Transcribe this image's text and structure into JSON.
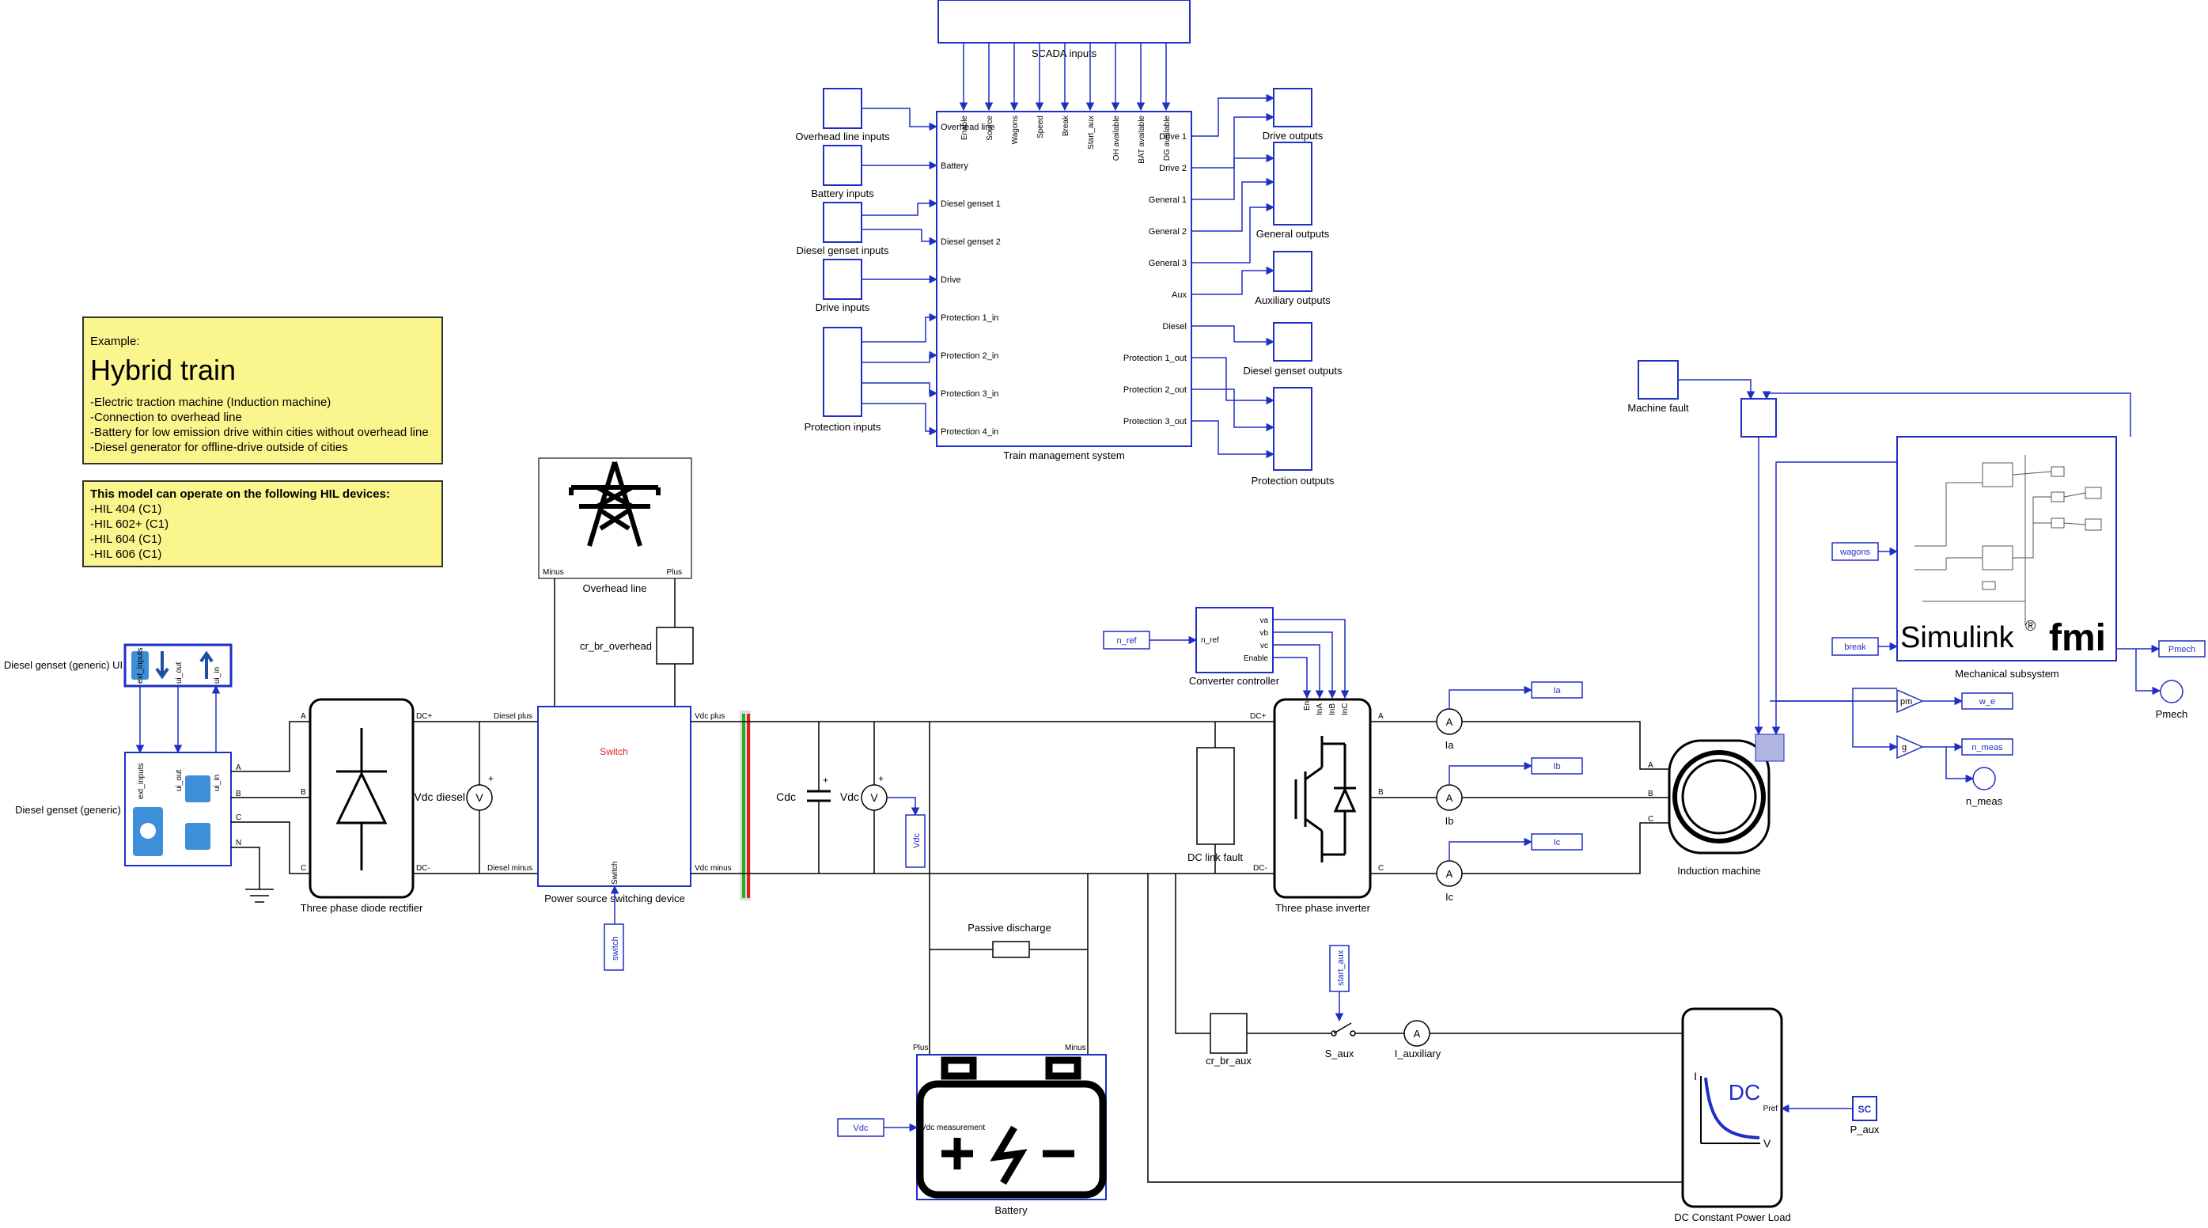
{
  "notes": {
    "example_label": "Example:",
    "example_title": "Hybrid train",
    "example_lines": [
      "-Electric traction machine (Induction machine)",
      "-Connection to overhead line",
      "-Battery for low emission drive within cities without overhead line",
      "-Diesel generator for offline-drive outside of cities"
    ],
    "hil_title": "This model can operate on the following HIL devices:",
    "hil_lines": [
      "-HIL 404 (C1)",
      "-HIL 602+ (C1)",
      "-HIL 604 (C1)",
      "-HIL 606 (C1)"
    ]
  },
  "scada": {
    "label": "SCADA inputs",
    "tms_label": "Train management system",
    "top_ports": [
      "Enable",
      "Source",
      "Wagons",
      "Speed",
      "Break",
      "Start_aux",
      "OH available",
      "BAT available",
      "DG available"
    ],
    "left_ports": [
      "Overhead line",
      "Battery",
      "Diesel genset 1",
      "Diesel genset 2",
      "Drive",
      "Protection 1_in",
      "Protection 2_in",
      "Protection 3_in",
      "Protection 4_in"
    ],
    "right_ports": [
      "Drive 1",
      "Drive 2",
      "General 1",
      "General 2",
      "General 3",
      "Aux",
      "Diesel",
      "Protection 1_out",
      "Protection 2_out",
      "Protection 3_out"
    ],
    "input_blocks": [
      "Overhead line inputs",
      "Battery inputs",
      "Diesel genset inputs",
      "Drive inputs",
      "Protection inputs"
    ],
    "output_blocks": [
      "Drive outputs",
      "General outputs",
      "Auxiliary outputs",
      "Diesel genset outputs",
      "Protection outputs"
    ]
  },
  "blocks": {
    "diesel_ui": "Diesel genset (generic) UI",
    "diesel_ui_ports": [
      "ext_inputs",
      "ui_out",
      "ui_in"
    ],
    "diesel_genset": "Diesel genset (generic)",
    "diesel_genset_ports": [
      "ext_inputs",
      "ui_out",
      "ui_in"
    ],
    "diesel_phase_ports": [
      "A",
      "B",
      "C",
      "N"
    ],
    "rectifier": "Three phase diode rectifier",
    "rect_ports_left": [
      "A",
      "B",
      "C"
    ],
    "rect_ports_right": [
      "DC+",
      "DC-"
    ],
    "vdc_diesel": "Vdc diesel",
    "overhead_line": "Overhead line",
    "overhead_ports": [
      "Minus",
      "Plus"
    ],
    "cr_br_overhead": "cr_br_overhead",
    "switching_device": "Power source switching device",
    "switch_text": "Switch",
    "switch_ports": [
      "Diesel plus",
      "Diesel minus",
      "Vdc plus",
      "Vdc minus",
      "Switch"
    ],
    "switch_tag": "switch",
    "cdc": "Cdc",
    "vdc": "Vdc",
    "vdc_tag": "Vdc",
    "passive_discharge": "Passive discharge",
    "battery": "Battery",
    "battery_ports": [
      "Plus",
      "Minus",
      "Vdc measurement"
    ],
    "battery_vdc_tag": "Vdc",
    "dc_link_fault": "DC link fault",
    "converter_controller": "Converter controller",
    "converter_ports": [
      "n_ref",
      "va",
      "vb",
      "vc",
      "Enable"
    ],
    "n_ref_tag": "n_ref",
    "inverter": "Three phase inverter",
    "inverter_ports_left": [
      "DC+",
      "DC-"
    ],
    "inverter_ports_top": [
      "En",
      "InA",
      "InB",
      "InC"
    ],
    "inverter_ports_right": [
      "A",
      "B",
      "C"
    ],
    "current_meters": [
      "Ia",
      "Ib",
      "Ic"
    ],
    "current_tags": [
      "Ia",
      "Ib",
      "Ic"
    ],
    "induction_machine": "Induction machine",
    "machine_ports": [
      "A",
      "B",
      "C"
    ],
    "machine_fault": "Machine fault",
    "mechanical_subsystem": "Mechanical subsystem",
    "simulink_text": "Simulink",
    "reg_mark": "®",
    "fmi_text": "fmi",
    "wagons_tag": "wagons",
    "break_tag": "break",
    "pmech_tag": "Pmech",
    "pmech": "Pmech",
    "gain_labels": [
      "pm",
      "g"
    ],
    "w_e_tag": "w_e",
    "n_meas_tag": "n_meas",
    "n_meas": "n_meas",
    "cr_br_aux": "cr_br_aux",
    "s_aux": "S_aux",
    "start_aux_tag": "start_aux",
    "i_auxiliary": "I_auxiliary",
    "dc_load": "DC Constant Power Load",
    "dc_text": "DC",
    "dc_load_port": "Pref",
    "dc_axis_i": "I",
    "dc_axis_v": "V",
    "p_aux": "P_aux",
    "p_aux_block": "SC",
    "ammeter_symbol": "A",
    "voltmeter_symbol": "V"
  },
  "colors": {
    "signal": "#1f2fc4",
    "wire": "#000000",
    "note_bg": "#fbf58d",
    "pos_rail": "#e02020",
    "neg_rail": "#20b020",
    "switch_text": "#e02020",
    "icon_blue": "#3d8fd9"
  }
}
